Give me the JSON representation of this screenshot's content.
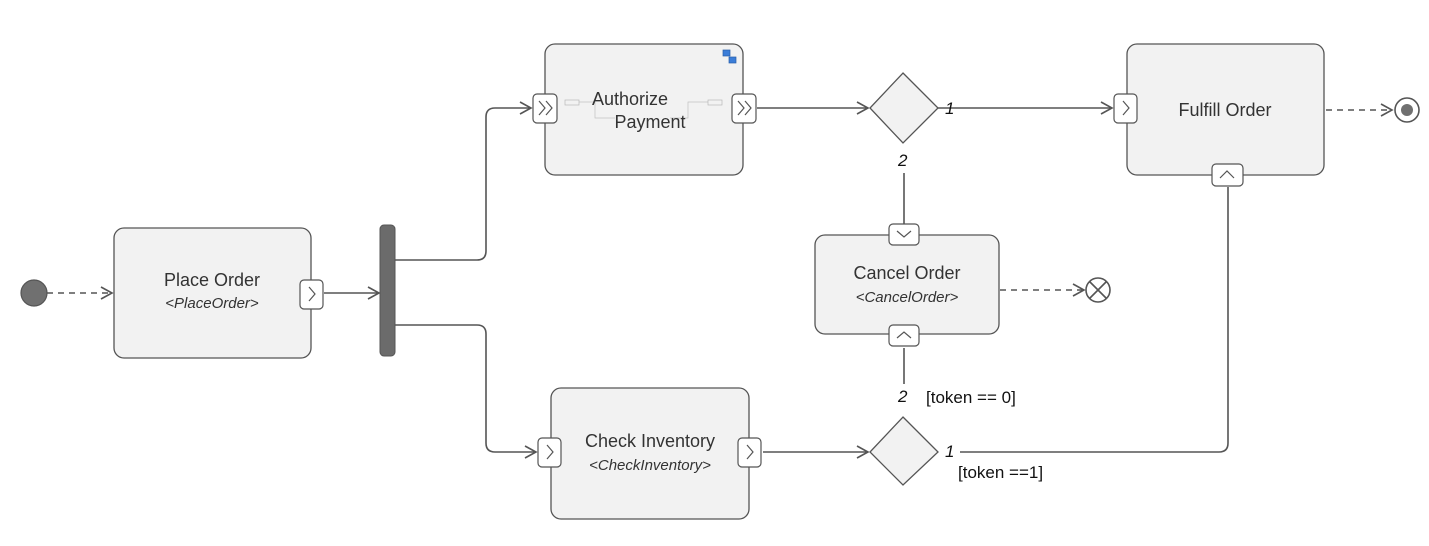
{
  "nodes": {
    "place_order": {
      "title": "Place Order",
      "subtitle": "<PlaceOrder>"
    },
    "authorize_payment": {
      "title_line1": "Authorize",
      "title_line2": "Payment"
    },
    "check_inventory": {
      "title": "Check Inventory",
      "subtitle": "<CheckInventory>"
    },
    "cancel_order": {
      "title": "Cancel Order",
      "subtitle": "<CancelOrder>"
    },
    "fulfill_order": {
      "title": "Fulfill Order"
    }
  },
  "decisions": {
    "top": {
      "out_1": "1",
      "out_2": "2"
    },
    "bottom": {
      "out_1": "1",
      "out_2": "2",
      "guard_2": "[token == 0]",
      "guard_1": "[token ==1]"
    }
  },
  "icons": {
    "initial": "initial-node-icon",
    "activity_final": "activity-final-icon",
    "flow_final": "flow-final-icon",
    "fork": "fork-bar-icon",
    "subprocess": "subprocess-icon"
  },
  "colors": {
    "node_fill": "#f2f2f2",
    "stroke": "#555555",
    "initial": "#707070",
    "subprocess_icon": "#3b7dd8"
  }
}
